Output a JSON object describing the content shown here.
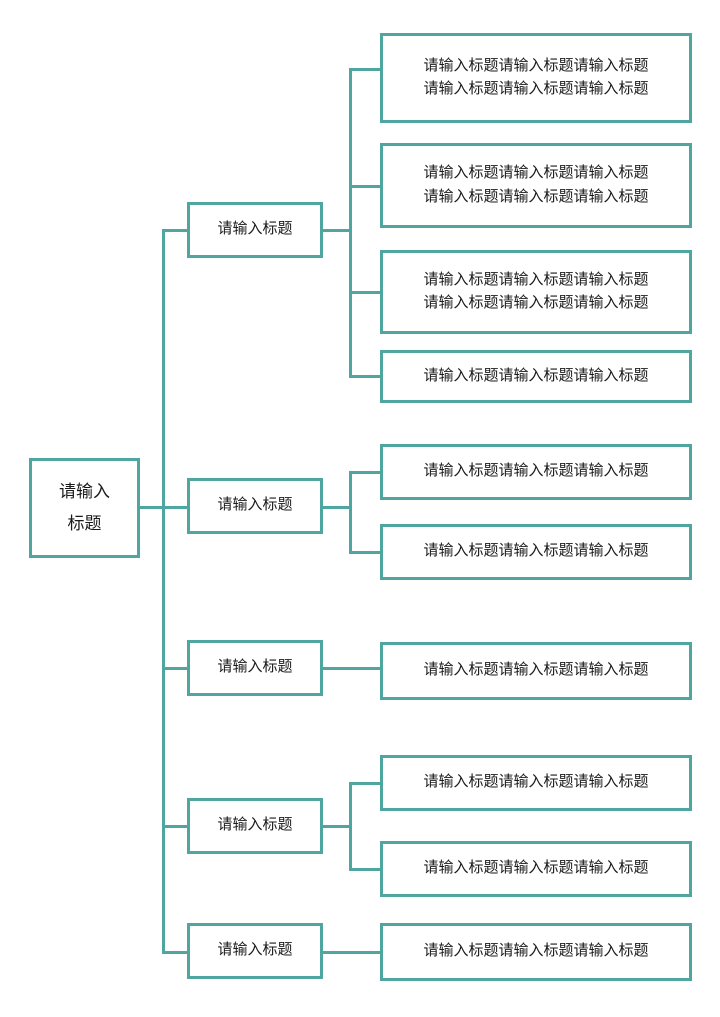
{
  "diagram": {
    "type": "mind-map-tree",
    "orientation": "left-to-right",
    "accent_color": "#4fa6a0",
    "text_color": "#1a1a1a",
    "background_color": "#ffffff",
    "root": {
      "label": "请输入\n标题"
    },
    "branches": [
      {
        "label": "请输入标题",
        "children": [
          {
            "label": "请输入标题请输入标题请输入标题\n请输入标题请输入标题请输入标题"
          },
          {
            "label": "请输入标题请输入标题请输入标题\n请输入标题请输入标题请输入标题"
          },
          {
            "label": "请输入标题请输入标题请输入标题\n请输入标题请输入标题请输入标题"
          },
          {
            "label": "请输入标题请输入标题请输入标题"
          }
        ]
      },
      {
        "label": "请输入标题",
        "children": [
          {
            "label": "请输入标题请输入标题请输入标题"
          },
          {
            "label": "请输入标题请输入标题请输入标题"
          }
        ]
      },
      {
        "label": "请输入标题",
        "children": [
          {
            "label": "请输入标题请输入标题请输入标题"
          }
        ]
      },
      {
        "label": "请输入标题",
        "children": [
          {
            "label": "请输入标题请输入标题请输入标题"
          },
          {
            "label": "请输入标题请输入标题请输入标题"
          }
        ]
      },
      {
        "label": "请输入标题",
        "children": [
          {
            "label": "请输入标题请输入标题请输入标题"
          }
        ]
      }
    ]
  }
}
